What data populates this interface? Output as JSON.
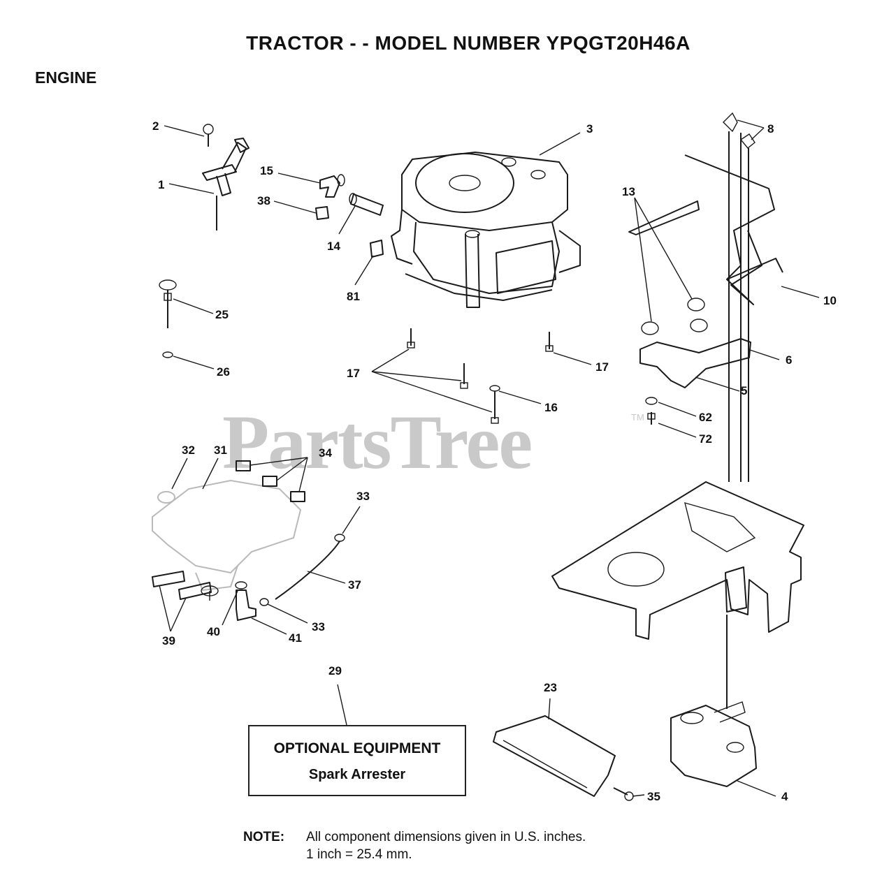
{
  "header": {
    "title": "TRACTOR - - MODEL NUMBER YPQGT20H46A",
    "section": "ENGINE"
  },
  "watermark": {
    "text": "PartsTree",
    "tm": "TM"
  },
  "callouts": [
    "1",
    "2",
    "3",
    "4",
    "5",
    "6",
    "8",
    "10",
    "13",
    "14",
    "15",
    "16",
    "17",
    "17",
    "23",
    "25",
    "26",
    "29",
    "31",
    "32",
    "33",
    "33",
    "34",
    "35",
    "37",
    "38",
    "39",
    "40",
    "41",
    "62",
    "72",
    "81"
  ],
  "optional_box": {
    "title": "OPTIONAL EQUIPMENT",
    "subtitle": "Spark Arrester"
  },
  "note": {
    "label": "NOTE:",
    "line1": "All component dimensions given in U.S. inches.",
    "line2": "1 inch = 25.4 mm."
  }
}
